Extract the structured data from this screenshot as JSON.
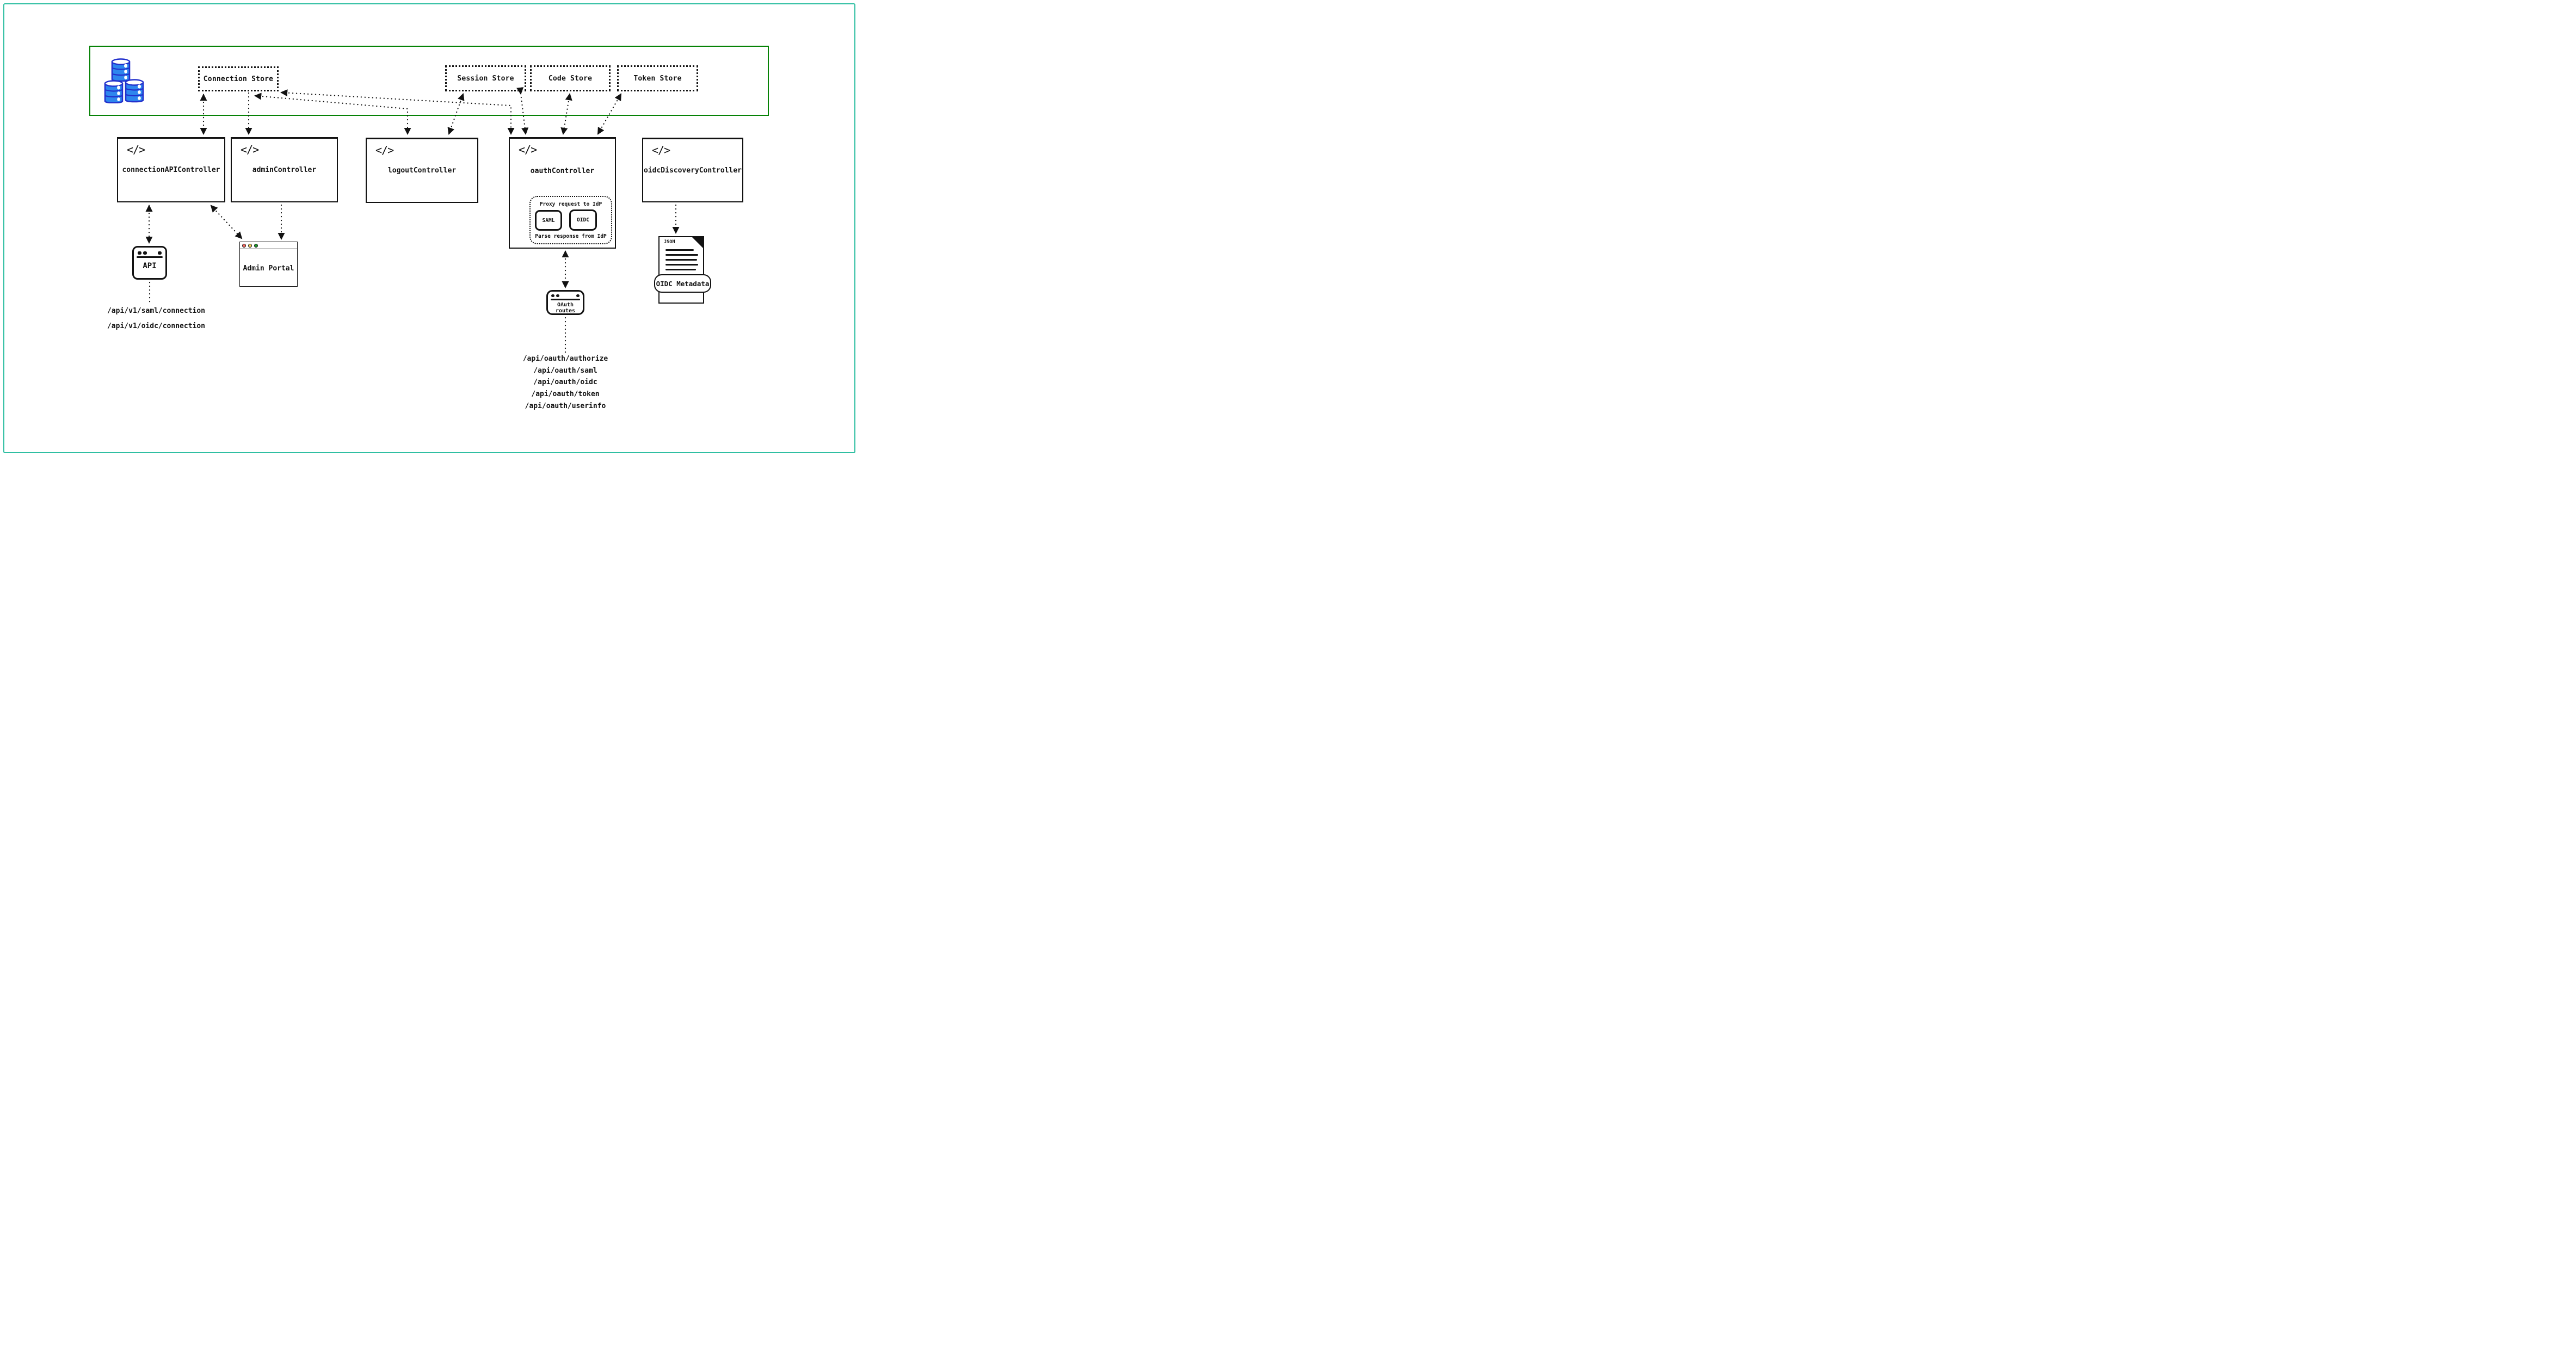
{
  "colors": {
    "page_frame_teal": "#2fbfa2",
    "store_zone_green": "#068206",
    "database_blue": "#2e86ee",
    "database_outline": "#2230cc",
    "traffic_red": "#f56b62",
    "traffic_yellow": "#f5cf5a",
    "traffic_green": "#1d9a2c"
  },
  "code_icon_glyph": "</>",
  "stores": {
    "connection": "Connection Store",
    "session": "Session Store",
    "code": "Code Store",
    "token": "Token Store"
  },
  "controllers": {
    "connection_api": "connectionAPIController",
    "admin": "adminController",
    "logout": "logoutController",
    "oauth": "oauthController",
    "oidc_discovery": "oidcDiscoveryController"
  },
  "oauth_proxy": {
    "title": "Proxy request to IdP",
    "saml_label": "SAML",
    "oidc_label": "OIDC",
    "footer": "Parse response from IdP"
  },
  "clients": {
    "api_label": "API",
    "admin_portal_label": "Admin Portal",
    "oauth_routes_label": "OAuth routes",
    "oidc_metadata_label": "OIDC Metadata",
    "json_badge": "JSON"
  },
  "api_routes": [
    "/api/v1/saml/connection",
    "/api/v1/oidc/connection"
  ],
  "oauth_routes_list": [
    "/api/oauth/authorize",
    "/api/oauth/saml",
    "/api/oauth/oidc",
    "/api/oauth/token",
    "/api/oauth/userinfo"
  ]
}
